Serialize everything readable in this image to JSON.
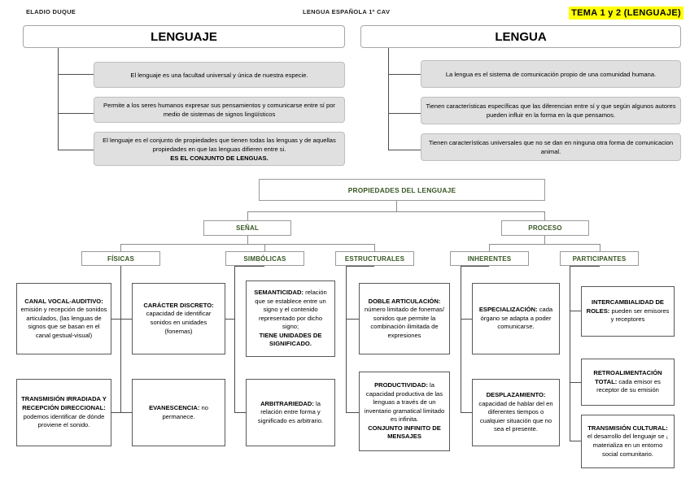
{
  "header": {
    "author": "ELADIO DUQUE",
    "course": "LENGUA ESPAÑOLA 1º CAV",
    "topic": "TEMA 1 y 2 (LENGUAJE)",
    "topic_highlight": "#ffff00"
  },
  "colors": {
    "node_text": "#375623",
    "statement_fill": "#e0e0e0",
    "box_border": "#595959",
    "line": "#4d4d4d"
  },
  "lenguaje": {
    "title": "LENGUAJE",
    "statements": [
      {
        "text": "El lenguaje es una facultad universal y única de nuestra especie."
      },
      {
        "text": "Permite a los seres humanos expresar sus pensamientos y comunicarse entre sí por medio de sistemas de signos lingüísticos"
      },
      {
        "text": "El lenguaje es el conjunto de propiedades que tienen todas las lenguas y de aquellas propiedades en que las lenguas difieren entre si.",
        "bold_tail": "ES EL CONJUNTO DE LENGUAS."
      }
    ]
  },
  "lengua": {
    "title": "LENGUA",
    "statements": [
      {
        "text": "La lengua es el sistema de comunicación propio de una comunidad humana."
      },
      {
        "text": "Tienen características específicas que las diferencian entre sí y que según algunos autores pueden influir en la forma en la que pensamos."
      },
      {
        "text": "Tienen características universales que no se dan en ninguna otra forma de comunicacion animal."
      }
    ]
  },
  "propiedades": {
    "root": "PROPIEDADES DEL LENGUAJE",
    "branches": [
      {
        "label": "SEÑAL"
      },
      {
        "label": "PROCESO"
      }
    ],
    "categories": [
      {
        "label": "FÍSICAS"
      },
      {
        "label": "SIMBÓLICAS"
      },
      {
        "label": "ESTRUCTURALES"
      },
      {
        "label": "INHERENTES"
      },
      {
        "label": "PARTICIPANTES"
      }
    ],
    "leaves": {
      "canal": {
        "head": "CANAL VOCAL-AUDITIVO:",
        "body": " emisión y recepción de sonidos articulados, (las lenguas de signos que se basan en el canal gestual-visual)"
      },
      "transmision_irradiada": {
        "head": "TRANSMISIÓN IRRADIADA Y RECEPCIÓN DIRECCIONAL:",
        "body": " podemos identificar de dónde proviene el sonido."
      },
      "caracter": {
        "head": "CARÁCTER DISCRETO:",
        "body": " capacidad de identificar sonidos en unidades (fonemas)"
      },
      "evanescencia": {
        "head": "EVANESCENCIA:",
        "body": " no permanece."
      },
      "semanticidad": {
        "head": "SEMANTICIDAD:",
        "body": " relación que se establece entre un signo y el contenido representado por dicho signo;",
        "tail": "TIENE UNIDADES DE SIGNIFICADO."
      },
      "arbitrariedad": {
        "head": "ARBITRARIEDAD:",
        "body": " la relación entre forma y significado es arbitrario."
      },
      "doble": {
        "head": "DOBLE ARTICULACIÓN:",
        "body": " número limitado de fonemas/ sonidos que permite la combinación ilimitada de expresiones"
      },
      "productividad": {
        "head": "PRODUCTIVIDAD:",
        "body": " la capacidad productiva de las lenguas a través de un inventario gramatical limitado es infinita.",
        "tail": "CONJUNTO INFINITO DE MENSAJES"
      },
      "especializacion": {
        "head": "ESPECIALIZACIÓN:",
        "body": " cada órgano se adapta a poder comunicarse."
      },
      "desplazamiento": {
        "head": "DESPLAZAMIENTO:",
        "body": " capacidad de hablar del en diferentes tiempos o cualquier situación que no sea el presente."
      },
      "intercambialidad": {
        "head": "INTERCAMBIALIDAD DE ROLES:",
        "body": " pueden ser emisores y receptores"
      },
      "retroalimentacion": {
        "head": "RETROALIMENTACIÓN TOTAL:",
        "body": " cada emisor es receptor de su emisión"
      },
      "transmision_cultural": {
        "head": "TRANSMISIÓN CULTURAL:",
        "body": " el desarrollo del lenguaje se ₁ materializa en un entorno social comunitario."
      }
    }
  }
}
